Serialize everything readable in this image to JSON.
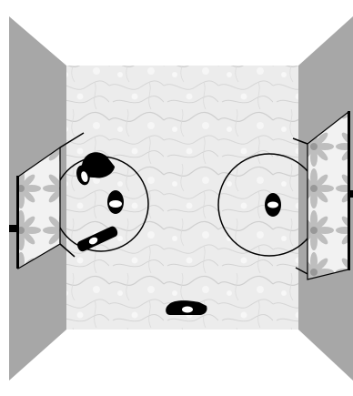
{
  "scene": {
    "colors": {
      "background": "#ffffff",
      "side_wall": "#a7a7a7",
      "floor_light": "#ececec",
      "floor_dark": "#cfcfcf",
      "outline": "#000000",
      "figure": "#000000",
      "face": "#ffffff",
      "screen_light": "#f2f2f2",
      "screen_dark": "#b8b8b8"
    },
    "objects": [
      {
        "name": "left-wall",
        "kind": "wall"
      },
      {
        "name": "right-wall",
        "kind": "wall"
      },
      {
        "name": "floor",
        "kind": "floor"
      },
      {
        "name": "left-display-screen",
        "kind": "projection-screen",
        "content": "flower-image"
      },
      {
        "name": "right-display-screen",
        "kind": "projection-screen",
        "content": "flower-image"
      },
      {
        "name": "left-viewing-zone",
        "kind": "circle",
        "people_inside": 3
      },
      {
        "name": "right-viewing-zone",
        "kind": "circle",
        "people_inside": 1
      },
      {
        "name": "person",
        "count": 5
      }
    ]
  }
}
